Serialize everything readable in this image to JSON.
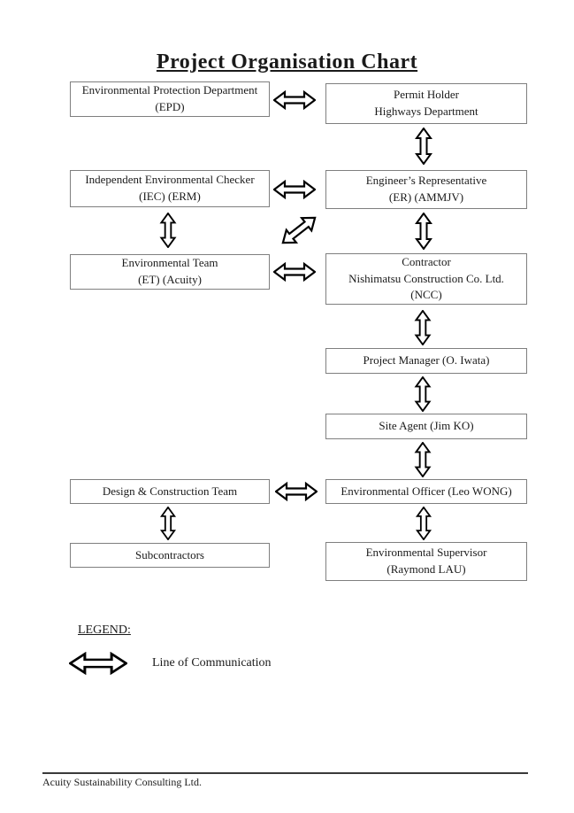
{
  "title": "Project Organisation Chart",
  "nodes": {
    "epd": {
      "label": "Environmental Protection Department\n(EPD)"
    },
    "permit_holder": {
      "label": "Permit Holder\nHighways Department"
    },
    "iec": {
      "label": "Independent Environmental Checker\n(IEC) (ERM)"
    },
    "er": {
      "label": "Engineer’s Representative\n(ER) (AMMJV)"
    },
    "et": {
      "label": "Environmental Team\n(ET) (Acuity)"
    },
    "contractor": {
      "label": "Contractor\nNishimatsu Construction Co. Ltd.\n(NCC)"
    },
    "project_manager": {
      "label": "Project Manager (O. Iwata)"
    },
    "site_agent": {
      "label": "Site Agent (Jim KO)"
    },
    "design_construction_team": {
      "label": "Design & Construction Team"
    },
    "environmental_officer": {
      "label": "Environmental Officer (Leo WONG)"
    },
    "subcontractors": {
      "label": "Subcontractors"
    },
    "environmental_supervisor": {
      "label": "Environmental Supervisor\n(Raymond LAU)"
    }
  },
  "legend": {
    "heading": "LEGEND:",
    "items": [
      {
        "symbol": "double-arrow",
        "label": "Line of Communication"
      }
    ]
  },
  "footer": {
    "company": "Acuity Sustainability Consulting Ltd."
  },
  "colors": {
    "background": "#ffffff",
    "box_border": "#7f7f7f",
    "arrow_stroke": "#000000",
    "text": "#1a1a1a"
  }
}
